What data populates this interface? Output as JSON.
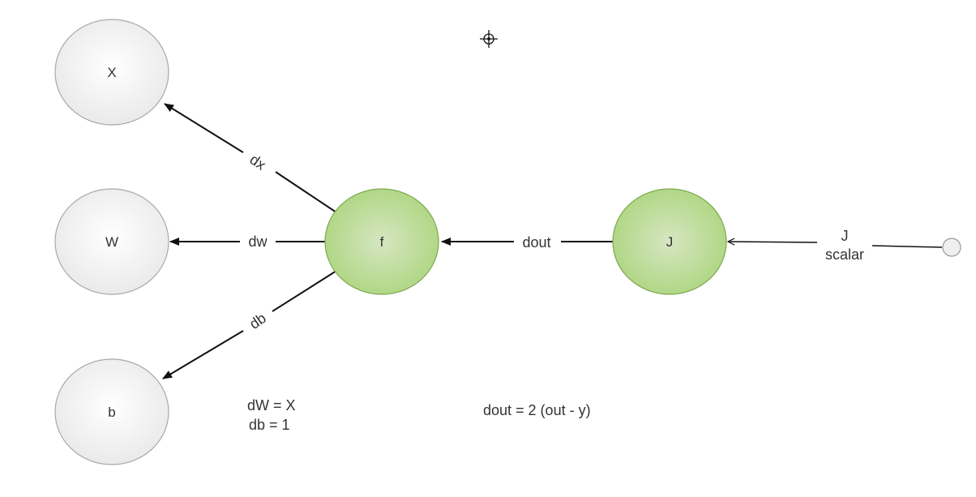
{
  "nodes": {
    "x": {
      "label": "X"
    },
    "w": {
      "label": "W"
    },
    "b": {
      "label": "b"
    },
    "f": {
      "label": "f"
    },
    "j": {
      "label": "J"
    }
  },
  "edges": {
    "dx": "dx",
    "dw": "dw",
    "db": "db",
    "dout": "dout",
    "j_input_line1": "J",
    "j_input_line2": "scalar"
  },
  "notes": {
    "dw_eq": "dW = X",
    "db_eq": "db = 1",
    "dout_eq": "dout = 2 (out - y)"
  },
  "colors": {
    "input_node_fill": "#eeeeee",
    "input_node_stroke": "#a8a8a8",
    "op_node_fill": "#c9dfaa",
    "op_node_stroke": "#7ea84f",
    "edge": "#111111"
  },
  "icons": {
    "crosshair": "crosshair-icon",
    "source": "source-terminal-icon"
  }
}
